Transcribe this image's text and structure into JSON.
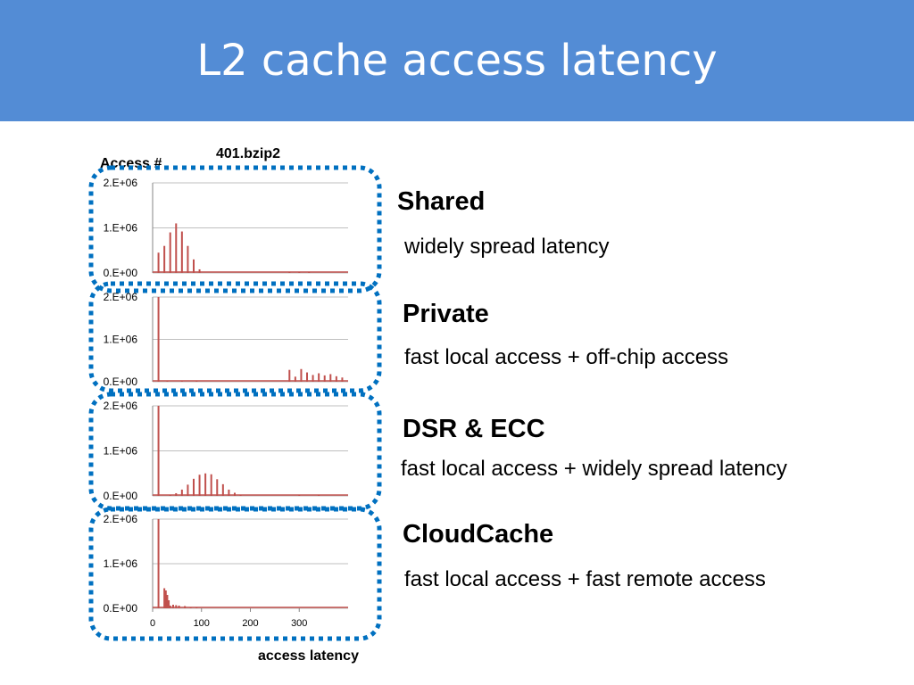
{
  "slide": {
    "title": "L2 cache access latency",
    "colors": {
      "title_band": "#538cd5",
      "series": "#c0504d",
      "dotted_frame": "#0070c0"
    }
  },
  "chart_header": {
    "title": "401.bzip2",
    "ylabel": "Access #",
    "xlabel": "access latency"
  },
  "configs": [
    {
      "name": "Shared",
      "description": "widely spread latency"
    },
    {
      "name": "Private",
      "description": "fast local access + off-chip access"
    },
    {
      "name": "DSR & ECC",
      "description": "fast local access + widely spread latency"
    },
    {
      "name": "CloudCache",
      "description": "fast local access + fast remote access"
    }
  ],
  "chart_data": [
    {
      "type": "bar",
      "panel": "Shared",
      "ylim": [
        0,
        2000000
      ],
      "y_ticks": [
        "2.E+06",
        "1.E+06",
        "0.E+00"
      ],
      "xlim": [
        0,
        400
      ],
      "x_ticks": [],
      "points": [
        [
          12,
          450000
        ],
        [
          24,
          600000
        ],
        [
          36,
          900000
        ],
        [
          48,
          1100000
        ],
        [
          60,
          920000
        ],
        [
          72,
          600000
        ],
        [
          84,
          300000
        ],
        [
          96,
          80000
        ],
        [
          280,
          20000
        ],
        [
          300,
          25000
        ],
        [
          320,
          15000
        ]
      ]
    },
    {
      "type": "bar",
      "panel": "Private",
      "ylim": [
        0,
        2000000
      ],
      "y_ticks": [
        "2.E+06",
        "1.E+06",
        "0.E+00"
      ],
      "xlim": [
        0,
        400
      ],
      "x_ticks": [],
      "points": [
        [
          12,
          2000000
        ],
        [
          30,
          20000
        ],
        [
          60,
          15000
        ],
        [
          90,
          12000
        ],
        [
          280,
          280000
        ],
        [
          292,
          120000
        ],
        [
          304,
          300000
        ],
        [
          316,
          220000
        ],
        [
          328,
          160000
        ],
        [
          340,
          200000
        ],
        [
          352,
          150000
        ],
        [
          364,
          180000
        ],
        [
          376,
          130000
        ],
        [
          388,
          100000
        ]
      ]
    },
    {
      "type": "bar",
      "panel": "DSR & ECC",
      "ylim": [
        0,
        2000000
      ],
      "y_ticks": [
        "2.E+06",
        "1.E+06",
        "0.E+00"
      ],
      "xlim": [
        0,
        400
      ],
      "x_ticks": [],
      "points": [
        [
          12,
          2000000
        ],
        [
          36,
          20000
        ],
        [
          48,
          60000
        ],
        [
          60,
          140000
        ],
        [
          72,
          250000
        ],
        [
          84,
          380000
        ],
        [
          96,
          470000
        ],
        [
          108,
          500000
        ],
        [
          120,
          480000
        ],
        [
          132,
          370000
        ],
        [
          144,
          260000
        ],
        [
          156,
          140000
        ],
        [
          168,
          70000
        ],
        [
          180,
          30000
        ],
        [
          300,
          15000
        ],
        [
          340,
          12000
        ]
      ]
    },
    {
      "type": "bar",
      "panel": "CloudCache",
      "ylim": [
        0,
        2000000
      ],
      "y_ticks": [
        "2.E+06",
        "1.E+06",
        "0.E+00"
      ],
      "xlim": [
        0,
        400
      ],
      "x_ticks": [
        "0",
        "100",
        "200",
        "300"
      ],
      "points": [
        [
          12,
          2000000
        ],
        [
          24,
          450000
        ],
        [
          27,
          400000
        ],
        [
          30,
          300000
        ],
        [
          33,
          180000
        ],
        [
          36,
          60000
        ],
        [
          42,
          80000
        ],
        [
          48,
          70000
        ],
        [
          54,
          60000
        ],
        [
          66,
          50000
        ],
        [
          78,
          30000
        ],
        [
          90,
          20000
        ]
      ]
    }
  ]
}
